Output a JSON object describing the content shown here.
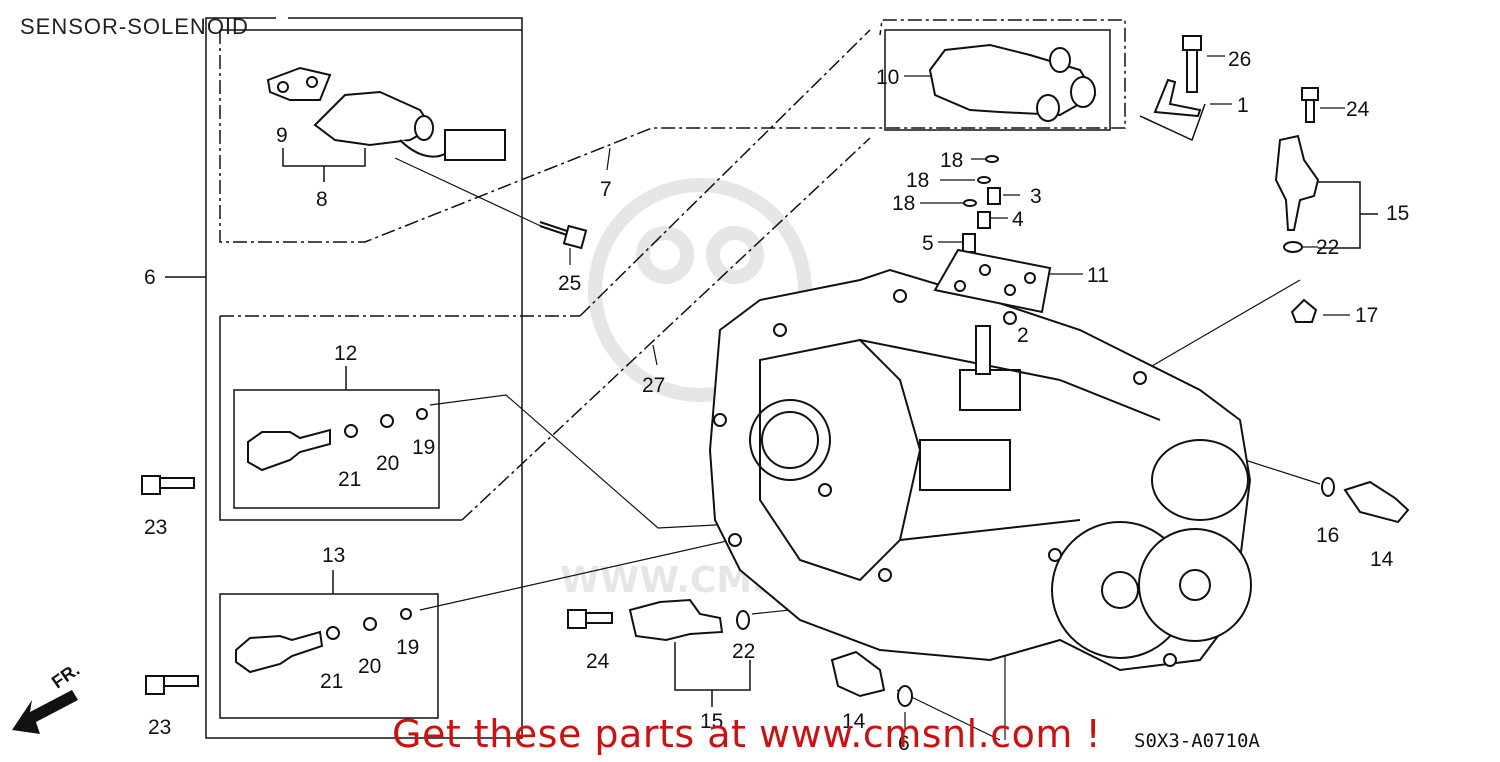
{
  "title": "SENSOR-SOLENOID",
  "drawing_code": "S0X3-A0710A",
  "promo_text": "Get these parts at www.cmsnl.com !",
  "watermark_text": "WWW.CMSNL.COM",
  "direction_label": "FR.",
  "colors": {
    "promo": "#cc1111",
    "ink": "#111111",
    "watermark": "#e6e6e6"
  },
  "callouts": [
    {
      "id": "c26",
      "text": "26"
    },
    {
      "id": "c1",
      "text": "1"
    },
    {
      "id": "c24a",
      "text": "24"
    },
    {
      "id": "c10",
      "text": "10"
    },
    {
      "id": "c9",
      "text": "9"
    },
    {
      "id": "c8",
      "text": "8"
    },
    {
      "id": "c7",
      "text": "7"
    },
    {
      "id": "c18a",
      "text": "18"
    },
    {
      "id": "c18b",
      "text": "18"
    },
    {
      "id": "c18c",
      "text": "18"
    },
    {
      "id": "c3",
      "text": "3"
    },
    {
      "id": "c4",
      "text": "4"
    },
    {
      "id": "c5",
      "text": "5"
    },
    {
      "id": "c15a",
      "text": "15"
    },
    {
      "id": "c22a",
      "text": "22"
    },
    {
      "id": "c25",
      "text": "25"
    },
    {
      "id": "c6",
      "text": "6"
    },
    {
      "id": "c11",
      "text": "11"
    },
    {
      "id": "c17",
      "text": "17"
    },
    {
      "id": "c2",
      "text": "2"
    },
    {
      "id": "c12",
      "text": "12"
    },
    {
      "id": "c27",
      "text": "27"
    },
    {
      "id": "c19a",
      "text": "19"
    },
    {
      "id": "c20a",
      "text": "20"
    },
    {
      "id": "c21a",
      "text": "21"
    },
    {
      "id": "c23a",
      "text": "23"
    },
    {
      "id": "c16",
      "text": "16"
    },
    {
      "id": "c14a",
      "text": "14"
    },
    {
      "id": "c13",
      "text": "13"
    },
    {
      "id": "c19b",
      "text": "19"
    },
    {
      "id": "c20b",
      "text": "20"
    },
    {
      "id": "c21b",
      "text": "21"
    },
    {
      "id": "c24b",
      "text": "24"
    },
    {
      "id": "c22b",
      "text": "22"
    },
    {
      "id": "c15b",
      "text": "15"
    },
    {
      "id": "c14b",
      "text": "14"
    },
    {
      "id": "c6b",
      "text": "6"
    },
    {
      "id": "c23b",
      "text": "23"
    }
  ]
}
